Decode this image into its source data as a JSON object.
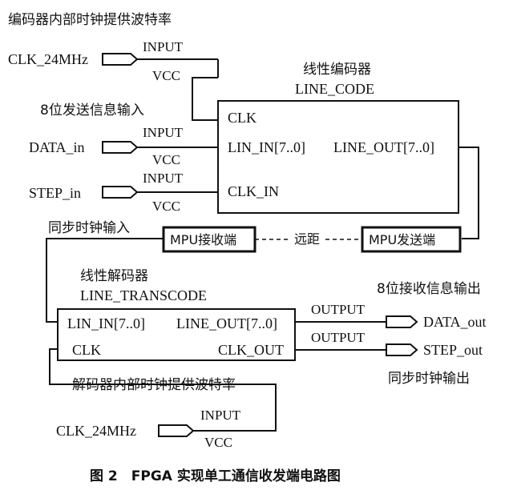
{
  "labels": {
    "enc_clock_note": "编码器内部时钟提供波特率",
    "clk_in_top": "CLK_24MHz",
    "input": "INPUT",
    "vcc": "VCC",
    "output": "OUTPUT",
    "data_in_note": "8位发送信息输入",
    "data_in": "DATA_in",
    "step_in": "STEP_in",
    "encoder_cn": "线性编码器",
    "encoder_en": "LINE_CODE",
    "enc_clk": "CLK",
    "enc_lin_in": "LIN_IN[7..0]",
    "enc_line_out": "LINE_OUT[7..0]",
    "enc_clk_in": "CLK_IN",
    "sync_clock_in": "同步时钟输入",
    "mpu_rx": "MPU接收端",
    "distance": "远距",
    "mpu_tx": "MPU发送端",
    "decoder_cn": "线性解码器",
    "decoder_en": "LINE_TRANSCODE",
    "data_out_note": "8位接收信息输出",
    "dec_lin_in": "LIN_IN[7..0]",
    "dec_line_out": "LINE_OUT[7..0]",
    "dec_clk": "CLK",
    "dec_clk_out": "CLK_OUT",
    "data_out": "DATA_out",
    "step_out": "STEP_out",
    "sync_clock_out": "同步时钟输出",
    "dec_clock_note": "解码器内部时钟提供波特率",
    "clk_in_bottom": "CLK_24MHz",
    "caption": "图 2　FPGA 实现单工通信收发端电路图"
  }
}
